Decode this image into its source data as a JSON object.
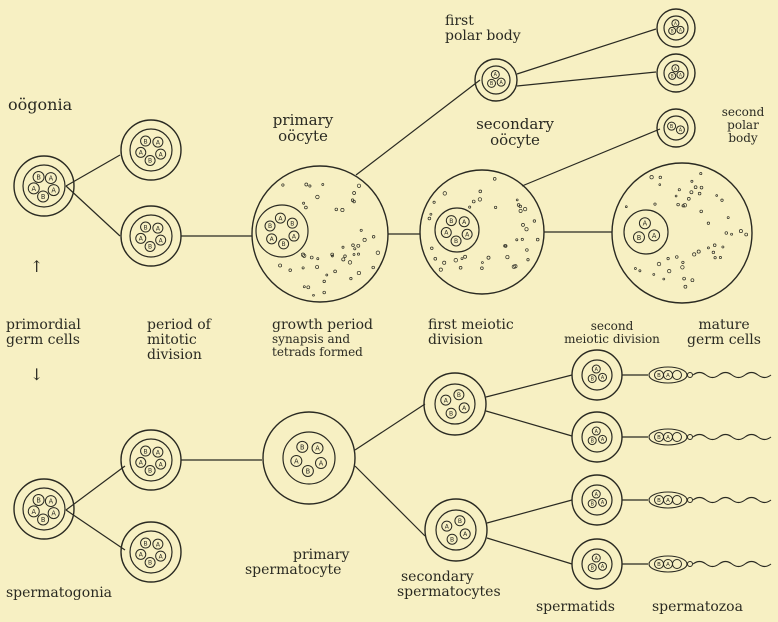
{
  "labels": {
    "oogonia": "oögonia",
    "primary_oocyte": [
      "primary",
      "oöcyte"
    ],
    "first_polar_body": [
      "first",
      "polar body"
    ],
    "secondary_oocyte": [
      "secondary",
      "oöcyte"
    ],
    "second_polar_body": [
      "second",
      "polar",
      "body"
    ],
    "primordial_germ_cells": [
      "primordial",
      "germ cells"
    ],
    "period_mitotic_division": [
      "period of",
      "mitotic",
      "division"
    ],
    "growth_period": [
      "growth period",
      "synapsis and",
      "tetrads formed"
    ],
    "first_meiotic_division": [
      "first meiotic",
      "division"
    ],
    "second_meiotic_division": [
      "second",
      "meiotic division"
    ],
    "mature_germ_cells": [
      "mature",
      "germ cells"
    ],
    "primary_spermatocyte": [
      "primary",
      "spermatocyte"
    ],
    "spermatogonia": "spermatogonia",
    "secondary_spermatocytes": [
      "secondary",
      "spermatocytes"
    ],
    "spermatids": "spermatids",
    "spermatozoa": "spermatozoa"
  },
  "chromosome_letters": [
    "A",
    "B"
  ],
  "colors": {
    "background": "#f7f0c3",
    "ink": "#2a2a22"
  }
}
